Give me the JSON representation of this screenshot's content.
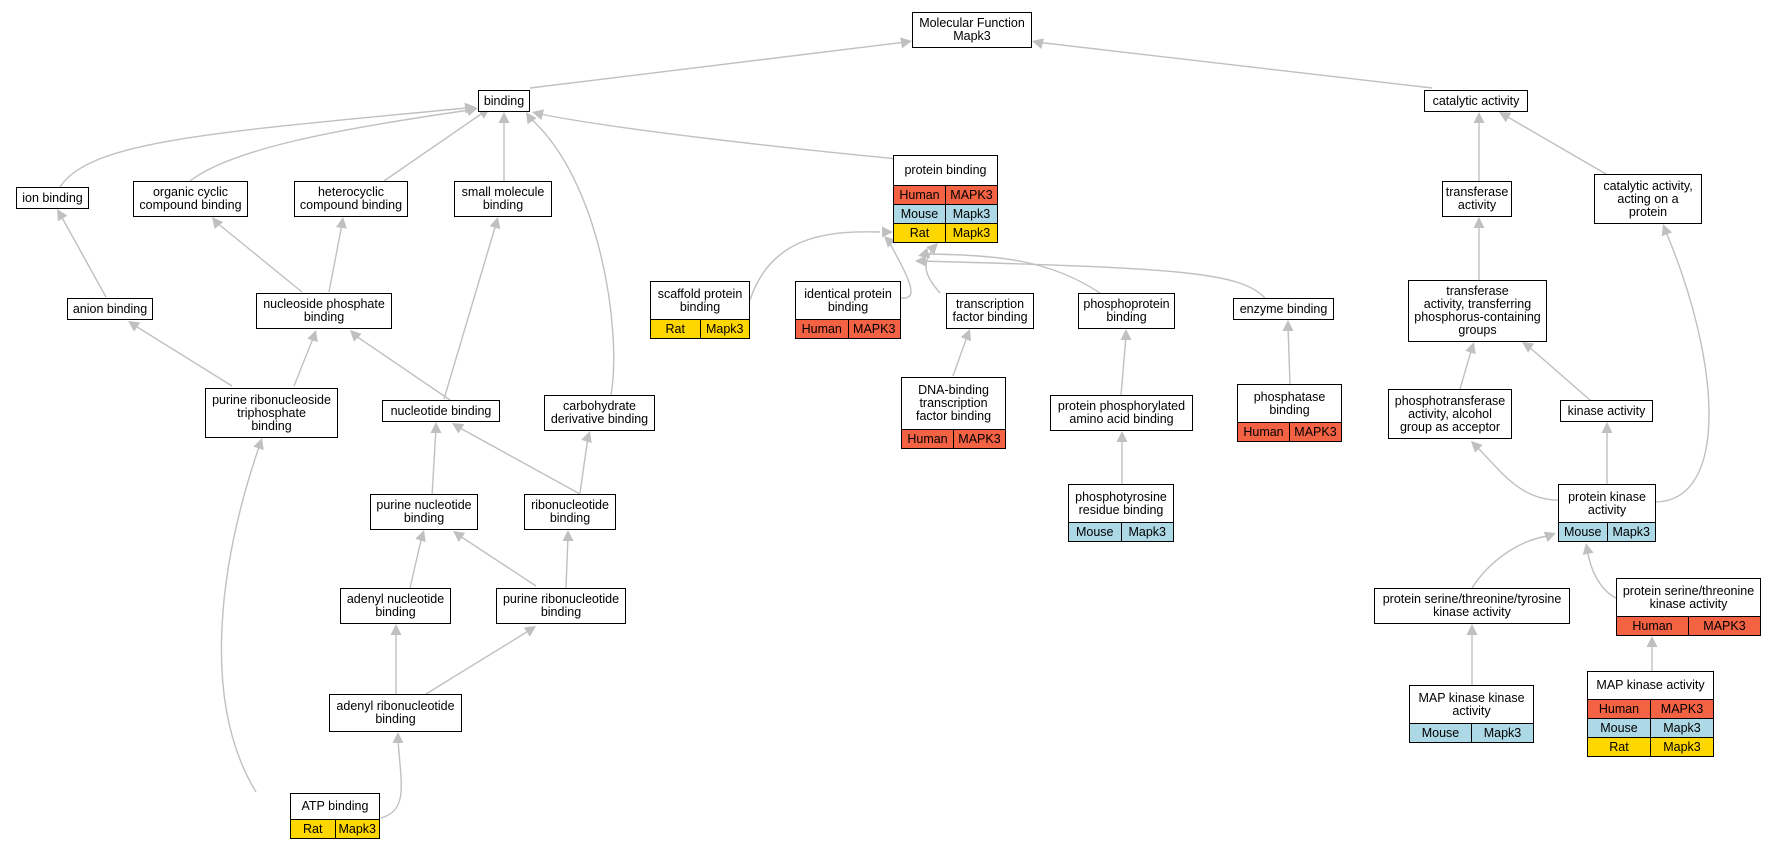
{
  "colors": {
    "human": "#f46244",
    "mouse": "#add8e6",
    "rat": "#ffd700",
    "edge": "#c0c0c0"
  },
  "nodes": {
    "root": {
      "label": "Molecular Function\nMapk3"
    },
    "binding": {
      "label": "binding"
    },
    "catalytic": {
      "label": "catalytic activity"
    },
    "ion": {
      "label": "ion binding"
    },
    "organic": {
      "label": "organic cyclic\ncompound binding"
    },
    "hetero": {
      "label": "heterocyclic\ncompound binding"
    },
    "small": {
      "label": "small molecule\nbinding"
    },
    "protein": {
      "label": "protein binding",
      "rows": [
        [
          "Human",
          "MAPK3",
          "human"
        ],
        [
          "Mouse",
          "Mapk3",
          "mouse"
        ],
        [
          "Rat",
          "Mapk3",
          "rat"
        ]
      ]
    },
    "transferase": {
      "label": "transferase\nactivity"
    },
    "catprot": {
      "label": "catalytic activity,\nacting on a\nprotein"
    },
    "anion": {
      "label": "anion binding"
    },
    "nucphos": {
      "label": "nucleoside phosphate\nbinding"
    },
    "scaffold": {
      "label": "scaffold protein\nbinding",
      "rows": [
        [
          "Rat",
          "Mapk3",
          "rat"
        ]
      ]
    },
    "identical": {
      "label": "identical protein\nbinding",
      "rows": [
        [
          "Human",
          "MAPK3",
          "human"
        ]
      ]
    },
    "tf": {
      "label": "transcription\nfactor binding"
    },
    "phosphoprot": {
      "label": "phosphoprotein\nbinding"
    },
    "enzyme": {
      "label": "enzyme binding"
    },
    "transphos": {
      "label": "transferase\nactivity, transferring\nphosphorus-containing\ngroups"
    },
    "purribotri": {
      "label": "purine ribonucleoside\ntriphosphate\nbinding"
    },
    "nucleotide": {
      "label": "nucleotide binding"
    },
    "carb": {
      "label": "carbohydrate\nderivative binding"
    },
    "dnatf": {
      "label": "DNA-binding\ntranscription\nfactor binding",
      "rows": [
        [
          "Human",
          "MAPK3",
          "human"
        ]
      ]
    },
    "protphosaa": {
      "label": "protein phosphorylated\namino acid binding"
    },
    "phosphatase": {
      "label": "phosphatase\nbinding",
      "rows": [
        [
          "Human",
          "MAPK3",
          "human"
        ]
      ]
    },
    "phosphotrans": {
      "label": "phosphotransferase\nactivity, alcohol\ngroup as acceptor"
    },
    "kinase": {
      "label": "kinase activity"
    },
    "purnuc": {
      "label": "purine nucleotide\nbinding"
    },
    "ribonuc": {
      "label": "ribonucleotide\nbinding"
    },
    "ptyr": {
      "label": "phosphotyrosine\nresidue binding",
      "rows": [
        [
          "Mouse",
          "Mapk3",
          "mouse"
        ]
      ]
    },
    "protkinase": {
      "label": "protein kinase\nactivity",
      "rows": [
        [
          "Mouse",
          "Mapk3",
          "mouse"
        ]
      ]
    },
    "adenylnuc": {
      "label": "adenyl nucleotide\nbinding"
    },
    "purribonuc": {
      "label": "purine ribonucleotide\nbinding"
    },
    "stty": {
      "label": "protein serine/threonine/tyrosine\nkinase activity"
    },
    "stk": {
      "label": "protein serine/threonine\nkinase activity",
      "rows": [
        [
          "Human",
          "MAPK3",
          "human"
        ]
      ]
    },
    "adenylribo": {
      "label": "adenyl ribonucleotide\nbinding"
    },
    "mapkk": {
      "label": "MAP kinase kinase\nactivity",
      "rows": [
        [
          "Mouse",
          "Mapk3",
          "mouse"
        ]
      ]
    },
    "mapk": {
      "label": "MAP kinase activity",
      "rows": [
        [
          "Human",
          "MAPK3",
          "human"
        ],
        [
          "Mouse",
          "Mapk3",
          "mouse"
        ],
        [
          "Rat",
          "Mapk3",
          "rat"
        ]
      ]
    },
    "atp": {
      "label": "ATP binding",
      "rows": [
        [
          "Rat",
          "Mapk3",
          "rat"
        ]
      ]
    }
  }
}
